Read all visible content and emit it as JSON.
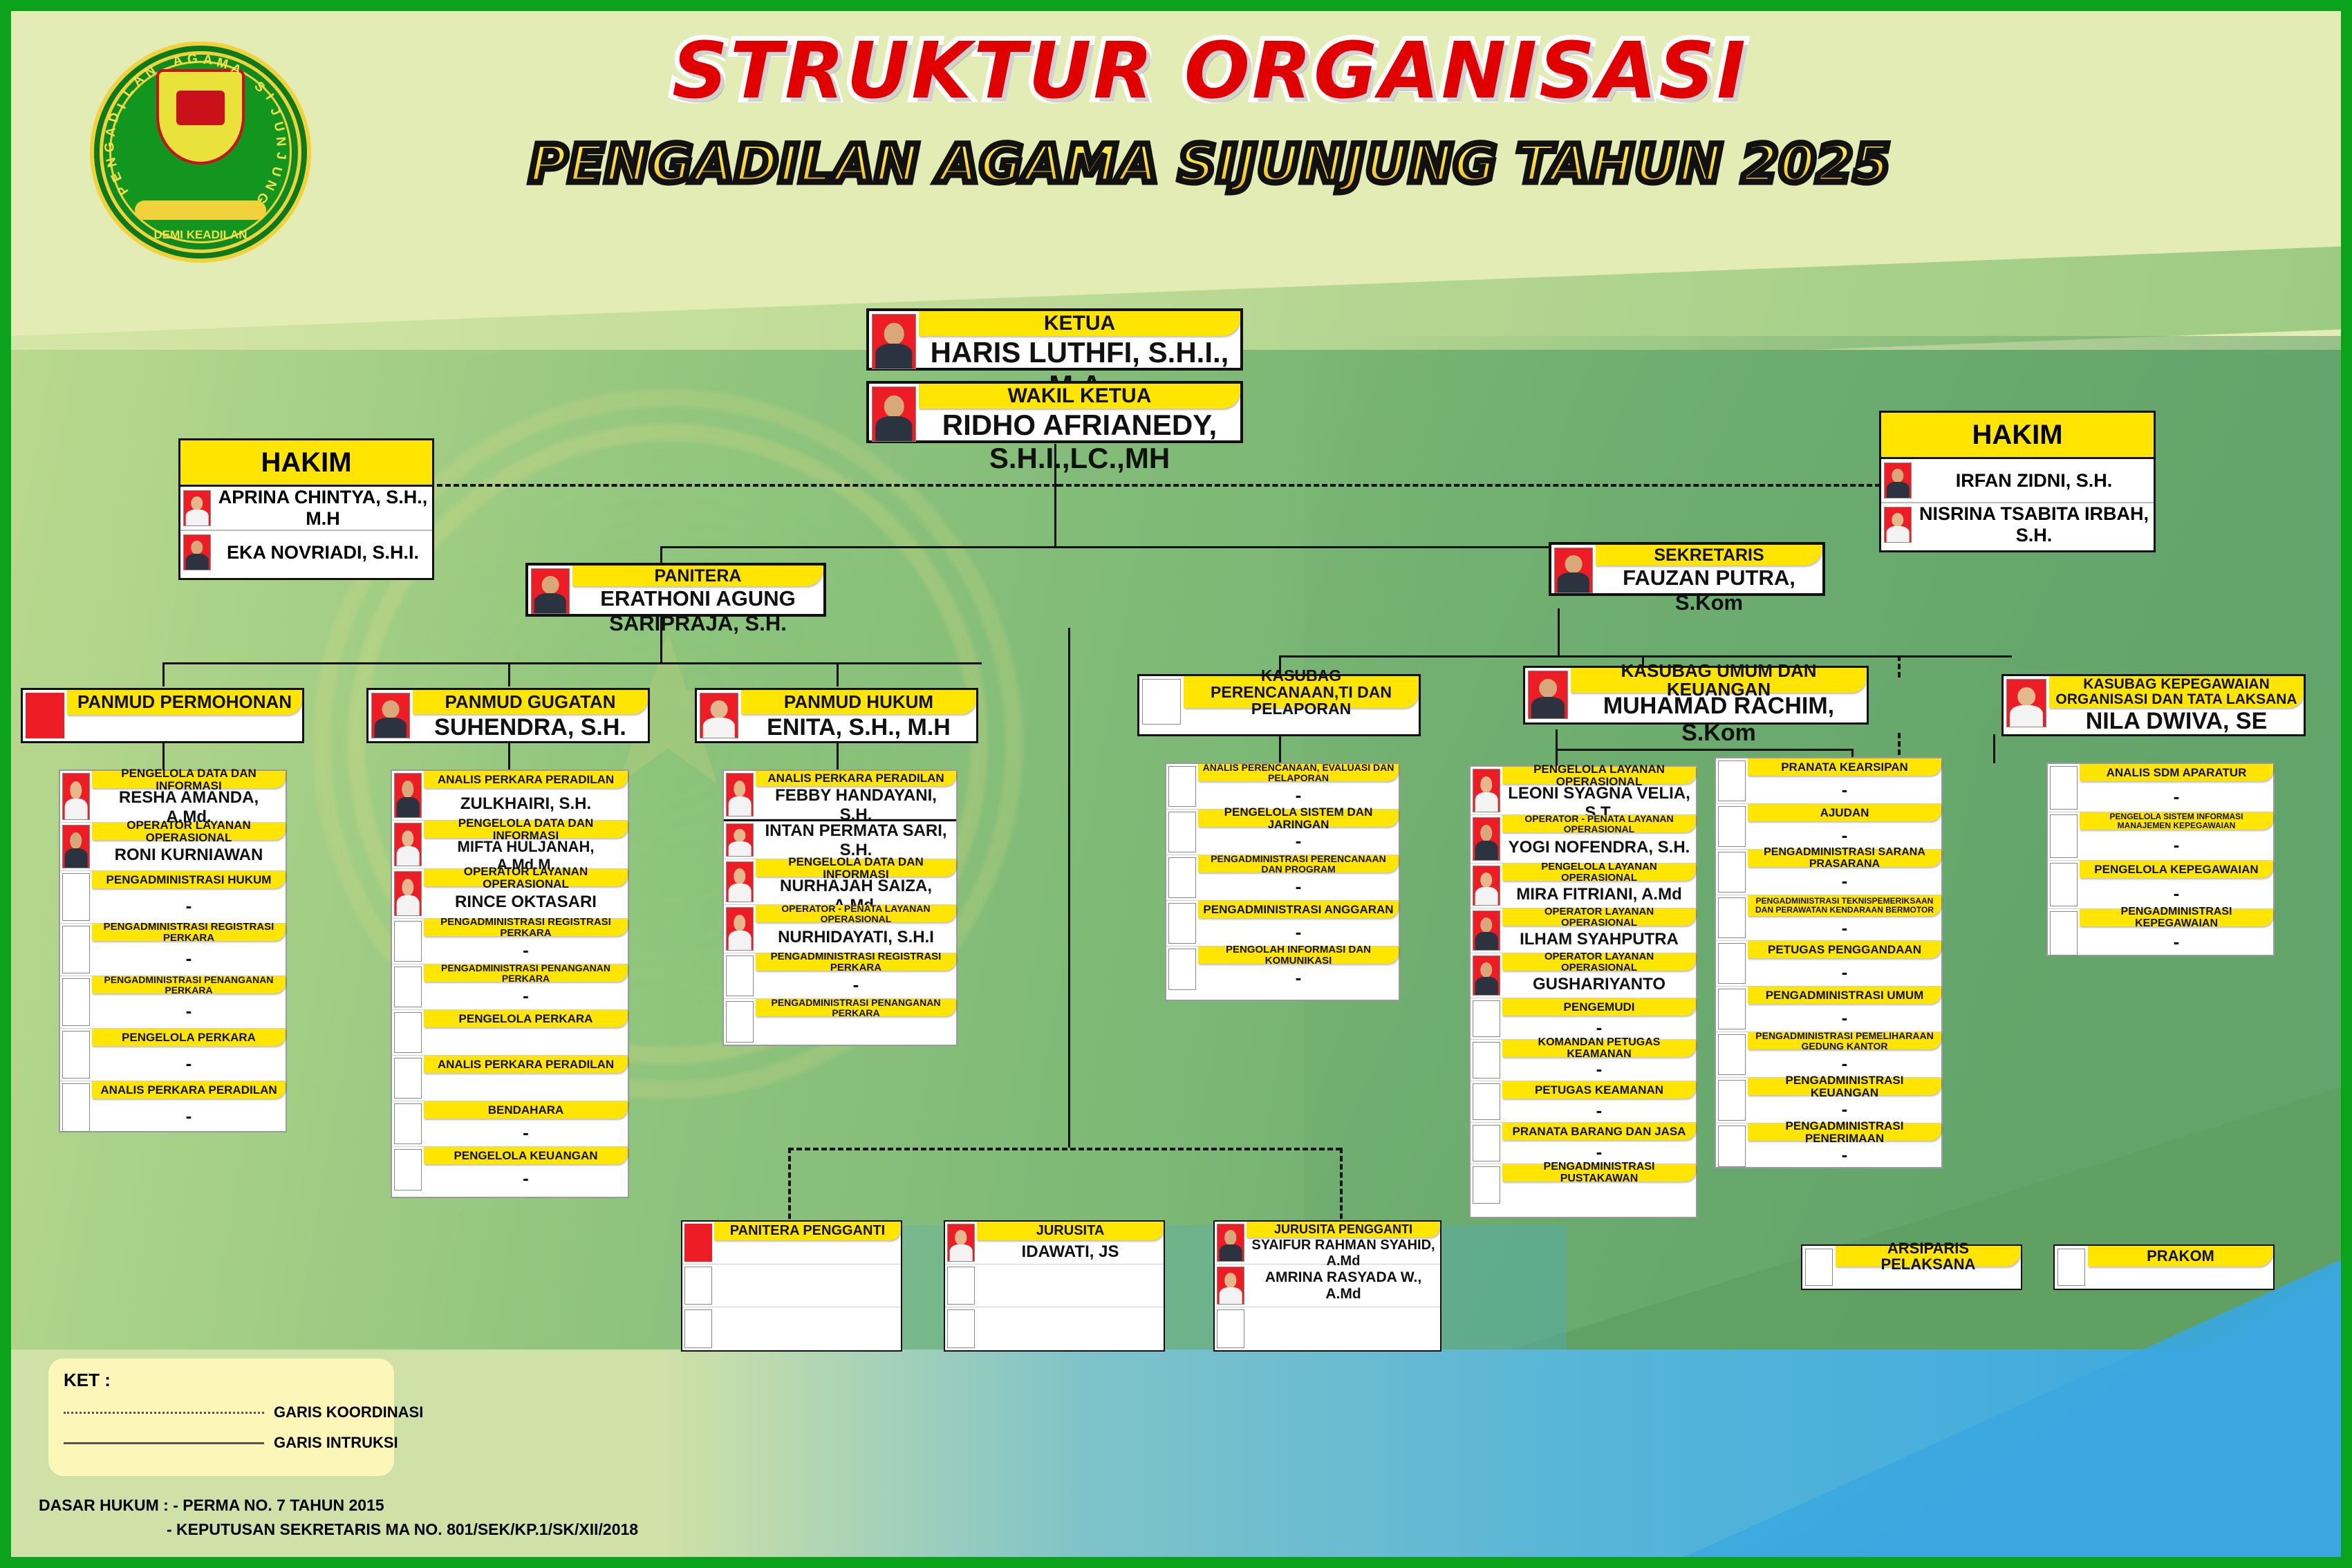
{
  "header": {
    "title_line1": "STRUKTUR ORGANISASI",
    "title_line2": "PENGADILAN AGAMA SIJUNJUNG TAHUN 2025",
    "logo_top_text": "PENGADILAN AGAMA SIJUNJUNG",
    "logo_bottom_text": "DEMI KEADILAN"
  },
  "leaders": [
    {
      "title": "KETUA",
      "name": "HARIS LUTHFI, S.H.I., M.A."
    },
    {
      "title": "WAKIL KETUA",
      "name": "RIDHO AFRIANEDY, S.H.I.,LC.,MH"
    }
  ],
  "hakim_left": {
    "title": "HAKIM",
    "members": [
      "APRINA CHINTYA, S.H., M.H",
      "EKA NOVRIADI, S.H.I."
    ]
  },
  "hakim_right": {
    "title": "HAKIM",
    "members": [
      "IRFAN ZIDNI, S.H.",
      "NISRINA TSABITA IRBAH, S.H."
    ]
  },
  "panitera": {
    "title": "PANITERA",
    "name": "ERATHONI AGUNG SARIPRAJA, S.H."
  },
  "sekretaris": {
    "title": "SEKRETARIS",
    "name": "FAUZAN PUTRA, S.Kom"
  },
  "panmud_permohonan": {
    "title": "PANMUD PERMOHONAN",
    "name": "",
    "staff": [
      {
        "role": "PENGELOLA DATA DAN INFORMASI",
        "name": "RESHA AMANDA, A.Md.",
        "photo": true
      },
      {
        "role": "OPERATOR LAYANAN OPERASIONAL",
        "name": "RONI KURNIAWAN",
        "photo": true
      },
      {
        "role": "PENGADMINISTRASI HUKUM",
        "name": "-",
        "photo": false
      },
      {
        "role": "PENGADMINISTRASI REGISTRASI PERKARA",
        "name": "-",
        "photo": false
      },
      {
        "role": "PENGADMINISTRASI PENANGANAN PERKARA",
        "name": "-",
        "photo": false
      },
      {
        "role": "PENGELOLA PERKARA",
        "name": "-",
        "photo": false
      },
      {
        "role": "ANALIS PERKARA PERADILAN",
        "name": "-",
        "photo": false
      }
    ]
  },
  "panmud_gugatan": {
    "title": "PANMUD GUGATAN",
    "name": "SUHENDRA, S.H.",
    "staff": [
      {
        "role": "ANALIS PERKARA PERADILAN",
        "name": "ZULKHAIRI, S.H.",
        "photo": true
      },
      {
        "role": "PENGELOLA DATA DAN INFORMASI",
        "name": "MIFTA HULJANAH, A.Md.M.",
        "photo": true
      },
      {
        "role": "OPERATOR  LAYANAN OPERASIONAL",
        "name": "RINCE OKTASARI",
        "photo": true
      },
      {
        "role": "PENGADMINISTRASI REGISTRASI PERKARA",
        "name": "-",
        "photo": false
      },
      {
        "role": "PENGADMINISTRASI PENANGANAN PERKARA",
        "name": "-",
        "photo": false
      },
      {
        "role": "PENGELOLA PERKARA",
        "name": "",
        "photo": false
      },
      {
        "role": "ANALIS PERKARA PERADILAN",
        "name": "",
        "photo": false
      },
      {
        "role": "BENDAHARA",
        "name": "-",
        "photo": false
      },
      {
        "role": "PENGELOLA KEUANGAN",
        "name": "-",
        "photo": false
      }
    ]
  },
  "panmud_hukum": {
    "title": "PANMUD HUKUM",
    "name": "ENITA, S.H., M.H",
    "staff": [
      {
        "role": "ANALIS PERKARA PERADILAN",
        "name": "FEBBY HANDAYANI, S.H.",
        "photo": true
      },
      {
        "role": "",
        "name": "INTAN PERMATA SARI, S.H.",
        "photo": true
      },
      {
        "role": "PENGELOLA DATA DAN INFORMASI",
        "name": "NURHAJAH SAIZA, A.Md.",
        "photo": true
      },
      {
        "role": "OPERATOR - PENATA LAYANAN OPERASIONAL",
        "name": "NURHIDAYATI, S.H.I",
        "photo": true
      },
      {
        "role": "PENGADMINISTRASI REGISTRASI PERKARA",
        "name": "-",
        "photo": false
      },
      {
        "role": "PENGADMINISTRASI PENANGANAN PERKARA",
        "name": "",
        "photo": false
      }
    ]
  },
  "kasubag_perencanaan": {
    "title": "KASUBAG PERENCANAAN,TI DAN PELAPORAN",
    "name": "",
    "staff": [
      {
        "role": "ANALIS PERENCANAAN, EVALUASI DAN PELAPORAN",
        "name": "-",
        "photo": false
      },
      {
        "role": "PENGELOLA SISTEM DAN JARINGAN",
        "name": "-",
        "photo": false
      },
      {
        "role": "PENGADMINISTRASI PERENCANAAN DAN PROGRAM",
        "name": "-",
        "photo": false
      },
      {
        "role": "PENGADMINISTRASI ANGGARAN",
        "name": "-",
        "photo": false
      },
      {
        "role": "PENGOLAH INFORMASI DAN KOMUNIKASI",
        "name": "-",
        "photo": false
      }
    ]
  },
  "kasubag_umum": {
    "title": "KASUBAG UMUM DAN KEUANGAN",
    "name": "MUHAMAD RACHIM, S.Kom",
    "staff_left": [
      {
        "role": "PENGELOLA LAYANAN OPERASIONAL",
        "name": "LEONI SYAGNA VELIA, S.T.",
        "photo": true
      },
      {
        "role": "OPERATOR - PENATA LAYANAN OPERASIONAL",
        "name": "YOGI NOFENDRA, S.H.",
        "photo": true
      },
      {
        "role": "PENGELOLA LAYANAN OPERASIONAL",
        "name": "MIRA FITRIANI, A.Md",
        "photo": true
      },
      {
        "role": "OPERATOR  LAYANAN OPERASIONAL",
        "name": "ILHAM SYAHPUTRA",
        "photo": true
      },
      {
        "role": "OPERATOR  LAYANAN OPERASIONAL",
        "name": "GUSHARIYANTO",
        "photo": true
      },
      {
        "role": "PENGEMUDI",
        "name": "-",
        "photo": false
      },
      {
        "role": "KOMANDAN PETUGAS KEAMANAN",
        "name": "-",
        "photo": false
      },
      {
        "role": "PETUGAS KEAMANAN",
        "name": "-",
        "photo": false
      },
      {
        "role": "PRANATA BARANG DAN JASA",
        "name": "-",
        "photo": false
      },
      {
        "role": "PENGADMINISTRASI PUSTAKAWAN",
        "name": "",
        "photo": false
      }
    ],
    "staff_right": [
      {
        "role": "PRANATA KEARSIPAN",
        "name": "-",
        "photo": false
      },
      {
        "role": "AJUDAN",
        "name": "-",
        "photo": false
      },
      {
        "role": "PENGADMINISTRASI SARANA PRASARANA",
        "name": "-",
        "photo": false
      },
      {
        "role": "PENGADMINISTRASI TEKNISPEMERIKSAAN DAN PERAWATAN KENDARAAN BERMOTOR",
        "name": "-",
        "photo": false
      },
      {
        "role": "PETUGAS PENGGANDAAN",
        "name": "-",
        "photo": false
      },
      {
        "role": "PENGADMINISTRASI UMUM",
        "name": "-",
        "photo": false
      },
      {
        "role": "PENGADMINISTRASI PEMELIHARAAN GEDUNG KANTOR",
        "name": "-",
        "photo": false
      },
      {
        "role": "PENGADMINISTRASI KEUANGAN",
        "name": "-",
        "photo": false
      },
      {
        "role": "PENGADMINISTRASI PENERIMAAN",
        "name": "-",
        "photo": false
      }
    ]
  },
  "kasubag_kepegawaian": {
    "title": "KASUBAG KEPEGAWAIAN ORGANISASI DAN TATA LAKSANA",
    "name": "NILA DWIVA, SE",
    "staff": [
      {
        "role": "ANALIS  SDM APARATUR",
        "name": "-",
        "photo": false
      },
      {
        "role": "PENGELOLA SISTEM INFORMASI MANAJEMEN KEPEGAWAIAN",
        "name": "-",
        "photo": false
      },
      {
        "role": "PENGELOLA KEPEGAWAIAN",
        "name": "-",
        "photo": false
      },
      {
        "role": "PENGADMINISTRASI KEPEGAWAIAN",
        "name": "-",
        "photo": false
      }
    ]
  },
  "panitera_pengganti": {
    "title": "PANITERA PENGGANTI",
    "members": [
      {
        "name": "",
        "photo": true
      },
      {
        "name": "",
        "photo": false
      },
      {
        "name": "",
        "photo": false
      }
    ]
  },
  "jurusita": {
    "title": "JURUSITA",
    "members": [
      {
        "name": "IDAWATI, JS",
        "photo": true
      },
      {
        "name": "",
        "photo": false
      },
      {
        "name": "",
        "photo": false
      }
    ]
  },
  "jurusita_pengganti": {
    "title": "JURUSITA PENGGANTI",
    "members": [
      {
        "name": "SYAIFUR RAHMAN SYAHID, A.Md",
        "photo": true
      },
      {
        "name": "AMRINA RASYADA W., A.Md",
        "photo": true
      },
      {
        "name": "",
        "photo": false
      }
    ]
  },
  "arsiparis": {
    "title": "ARSIPARIS PELAKSANA",
    "name": ""
  },
  "prakom": {
    "title": "PRAKOM",
    "name": ""
  },
  "legend": {
    "ket": "KET :",
    "koordinasi": "GARIS KOORDINASI",
    "intruksi": "GARIS INTRUKSI"
  },
  "footer": {
    "line1": "DASAR HUKUM :  - PERMA NO. 7 TAHUN 2015",
    "line2": "- KEPUTUSAN SEKRETARIS MA NO. 801/SEK/KP.1/SK/XII/2018"
  },
  "colors": {
    "chip_yellow": "#ffe500",
    "title_red": "#e00000",
    "border_green": "#0aa31b"
  }
}
